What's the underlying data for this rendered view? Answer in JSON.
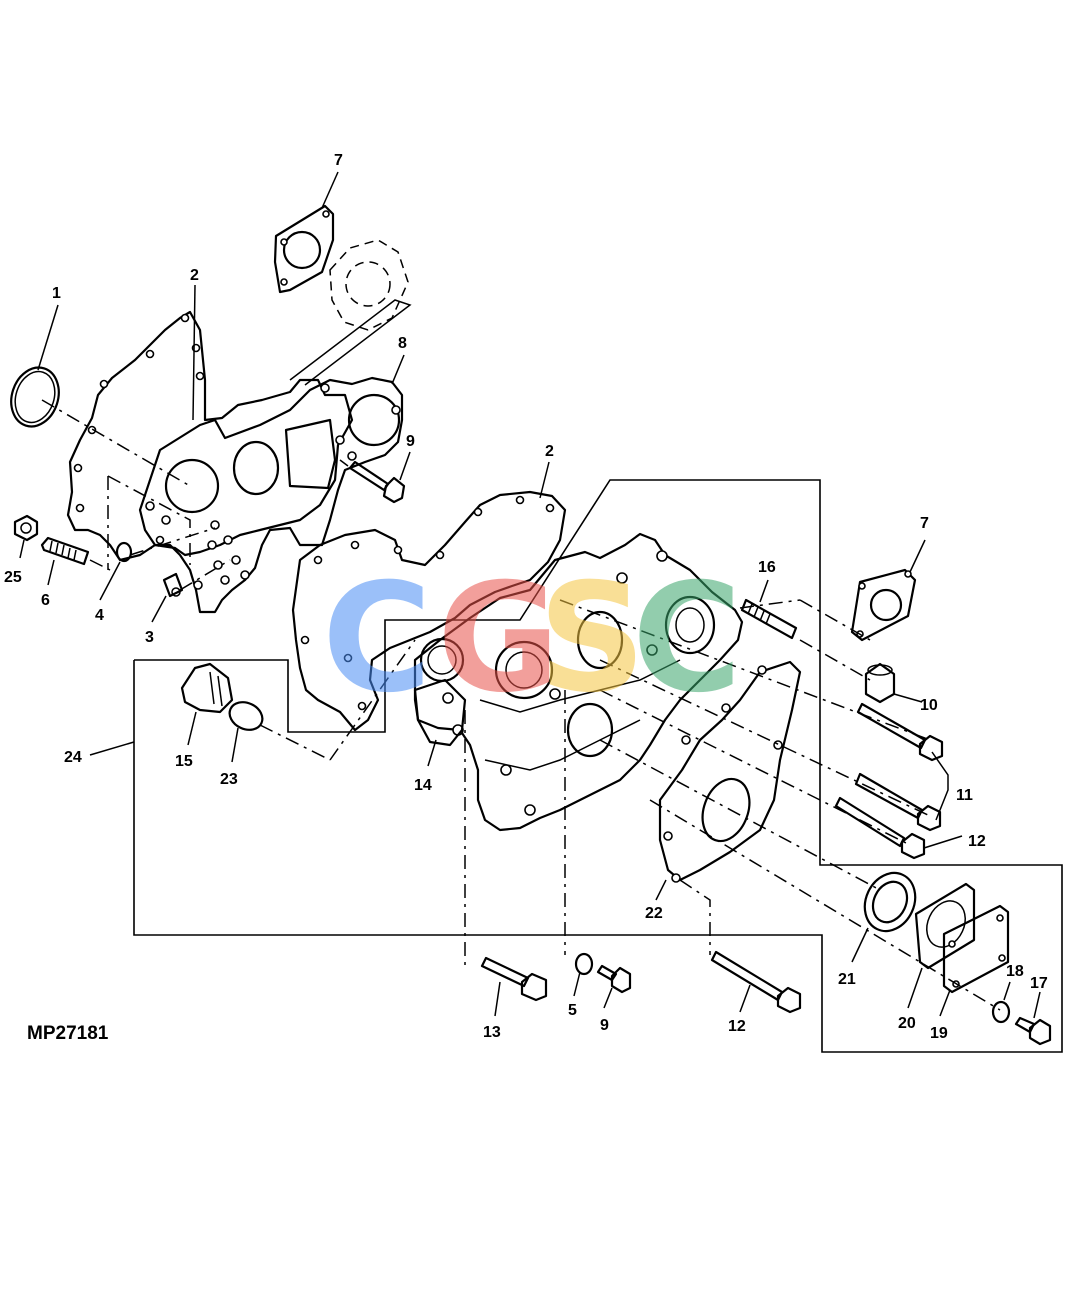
{
  "figure_id": "MP27181",
  "watermark": {
    "letters": [
      "C",
      "G",
      "S",
      "C"
    ],
    "colors": [
      "#4a8df5",
      "#e8524a",
      "#f5c542",
      "#3aa56b"
    ]
  },
  "callouts": [
    "1",
    "2",
    "25",
    "6",
    "4",
    "3",
    "7",
    "8",
    "9",
    "2",
    "16",
    "7",
    "10",
    "11",
    "12",
    "24",
    "15",
    "23",
    "14",
    "22",
    "21",
    "20",
    "19",
    "18",
    "17",
    "13",
    "5",
    "9",
    "12"
  ]
}
